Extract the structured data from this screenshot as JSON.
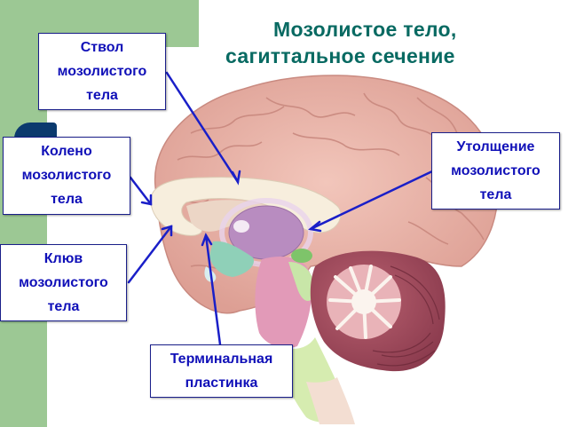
{
  "title": {
    "line1": "Мозолистое тело,",
    "line2": "сагиттальное сечение",
    "color": "#086a62"
  },
  "labels": [
    {
      "id": "trunk",
      "lines": [
        "Ствол",
        "мозолистого",
        "тела"
      ]
    },
    {
      "id": "genu",
      "lines": [
        "Колено",
        "мозолистого",
        "тела"
      ]
    },
    {
      "id": "rostrum",
      "lines": [
        "Клюв",
        "мозолистого",
        "тела"
      ]
    },
    {
      "id": "splenium",
      "lines": [
        "Утолщение",
        "мозолистого",
        "тела"
      ]
    },
    {
      "id": "lamina-terminalis",
      "lines": [
        "Терминальная",
        "пластинка"
      ]
    }
  ],
  "colors": {
    "label_text": "#1010b8",
    "label_border": "#1a1f8a",
    "arrow": "#1a1fc8",
    "background_accent": "#9cc894",
    "dark_tab": "#0b3a6e",
    "brain": "#eab3a8",
    "corpus_callosum": "#f7eedd",
    "thalamus": "#b88cc0",
    "hypothalamus": "#8fd0b8",
    "midbrain": "#e29ab8",
    "pons_medulla": "#d6ecb0",
    "cerebellum": "#a04a5c"
  }
}
